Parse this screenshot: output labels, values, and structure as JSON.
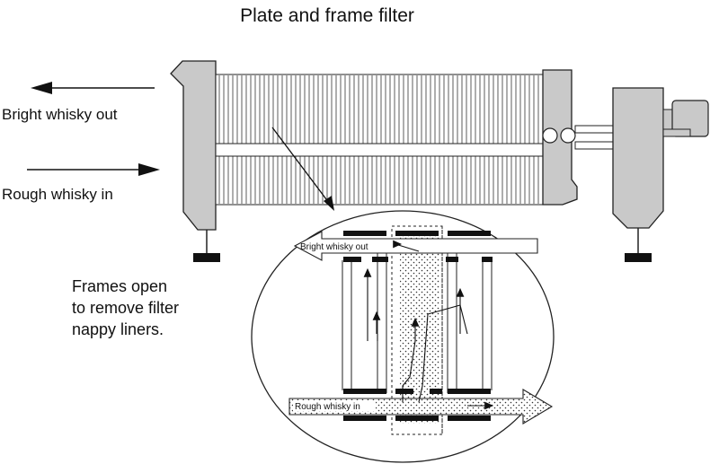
{
  "title": "Plate and frame filter",
  "labels": {
    "bright_out": "Bright whisky out",
    "rough_in": "Rough whisky in",
    "frames_note": [
      "Frames open",
      "to remove filter",
      "nappy liners."
    ]
  },
  "detail": {
    "bright_out": "Bright whisky out",
    "rough_in": "Rough whisky in"
  },
  "colors": {
    "machine_body": "#c9c9c9",
    "outline": "#222222",
    "background": "#ffffff"
  }
}
